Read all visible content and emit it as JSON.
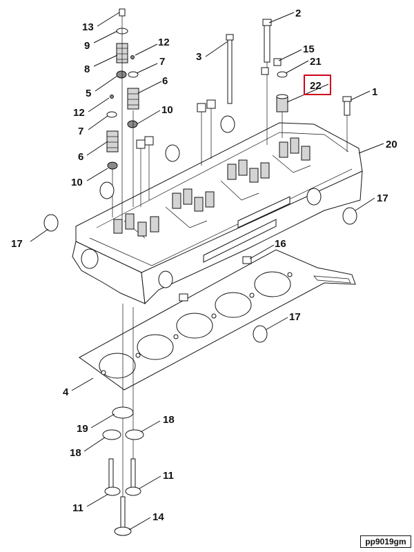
{
  "diagram": {
    "reference_code": "pp9019gm",
    "highlight_color": "#d0021b",
    "line_color": "#111111",
    "highlighted_callout_index": 21,
    "callouts": [
      {
        "label": "13"
      },
      {
        "label": "9"
      },
      {
        "label": "8"
      },
      {
        "label": "12"
      },
      {
        "label": "7"
      },
      {
        "label": "5"
      },
      {
        "label": "6"
      },
      {
        "label": "12"
      },
      {
        "label": "7"
      },
      {
        "label": "10"
      },
      {
        "label": "6"
      },
      {
        "label": "10"
      },
      {
        "label": "3"
      },
      {
        "label": "2"
      },
      {
        "label": "15"
      },
      {
        "label": "21"
      },
      {
        "label": "1"
      },
      {
        "label": "20"
      },
      {
        "label": "17"
      },
      {
        "label": "17"
      },
      {
        "label": "16"
      },
      {
        "label": "22"
      },
      {
        "label": "17"
      },
      {
        "label": "4"
      },
      {
        "label": "19"
      },
      {
        "label": "18"
      },
      {
        "label": "18"
      },
      {
        "label": "11"
      },
      {
        "label": "11"
      },
      {
        "label": "14"
      }
    ]
  }
}
